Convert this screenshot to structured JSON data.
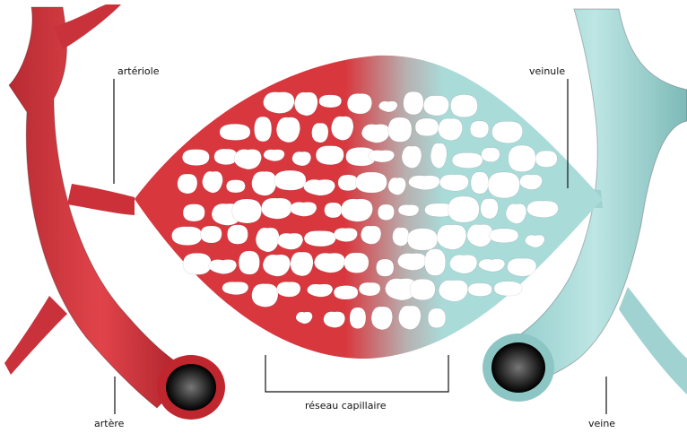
{
  "labels": {
    "arteriole": "artériole",
    "artery": "artère",
    "capillary_network": "réseau capillaire",
    "venule": "veinule",
    "vein": "veine"
  },
  "colors": {
    "arterial": "#d8373e",
    "arterial_dark": "#a81f28",
    "venous": "#a9dbd9",
    "venous_dark": "#6fb3b1",
    "vessel_lumen": "#1a1a1a",
    "label_text": "#111111"
  }
}
